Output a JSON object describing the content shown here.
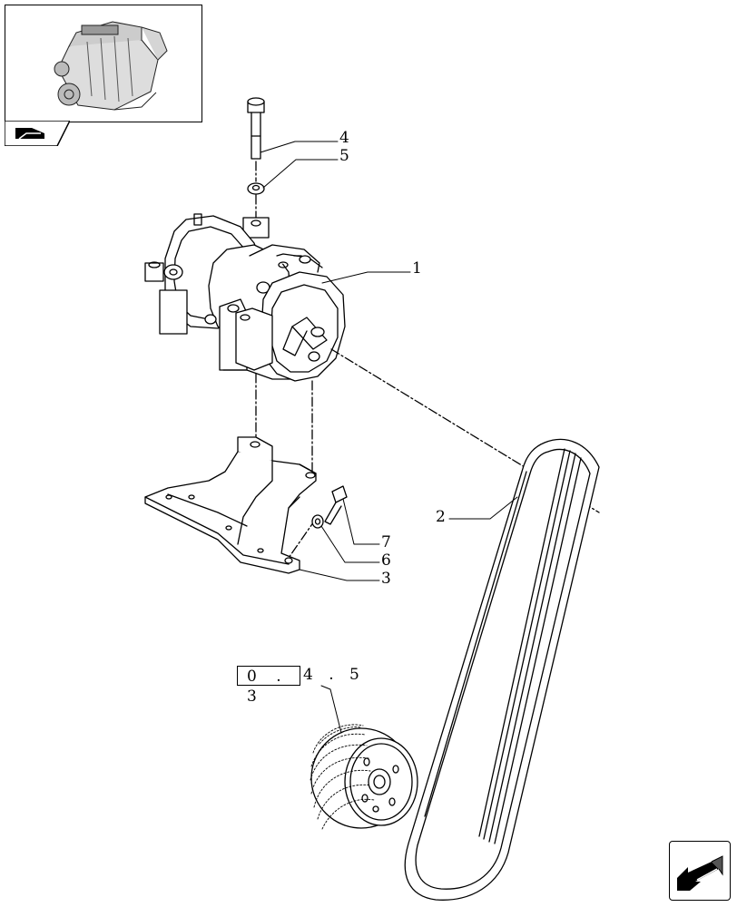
{
  "callouts": {
    "c1": "1",
    "c2": "2",
    "c3": "3",
    "c4": "4",
    "c5": "5",
    "c6": "6",
    "c7": "7"
  },
  "reference": {
    "box_text": "0 . 3",
    "suffix_text": "4 . 5"
  },
  "icons": {
    "thumbnail": "engine-thumbnail",
    "tab": "vehicle-tab-icon",
    "nav": "navigate-arrow-icon"
  },
  "colors": {
    "line": "#000000",
    "background": "#ffffff"
  }
}
